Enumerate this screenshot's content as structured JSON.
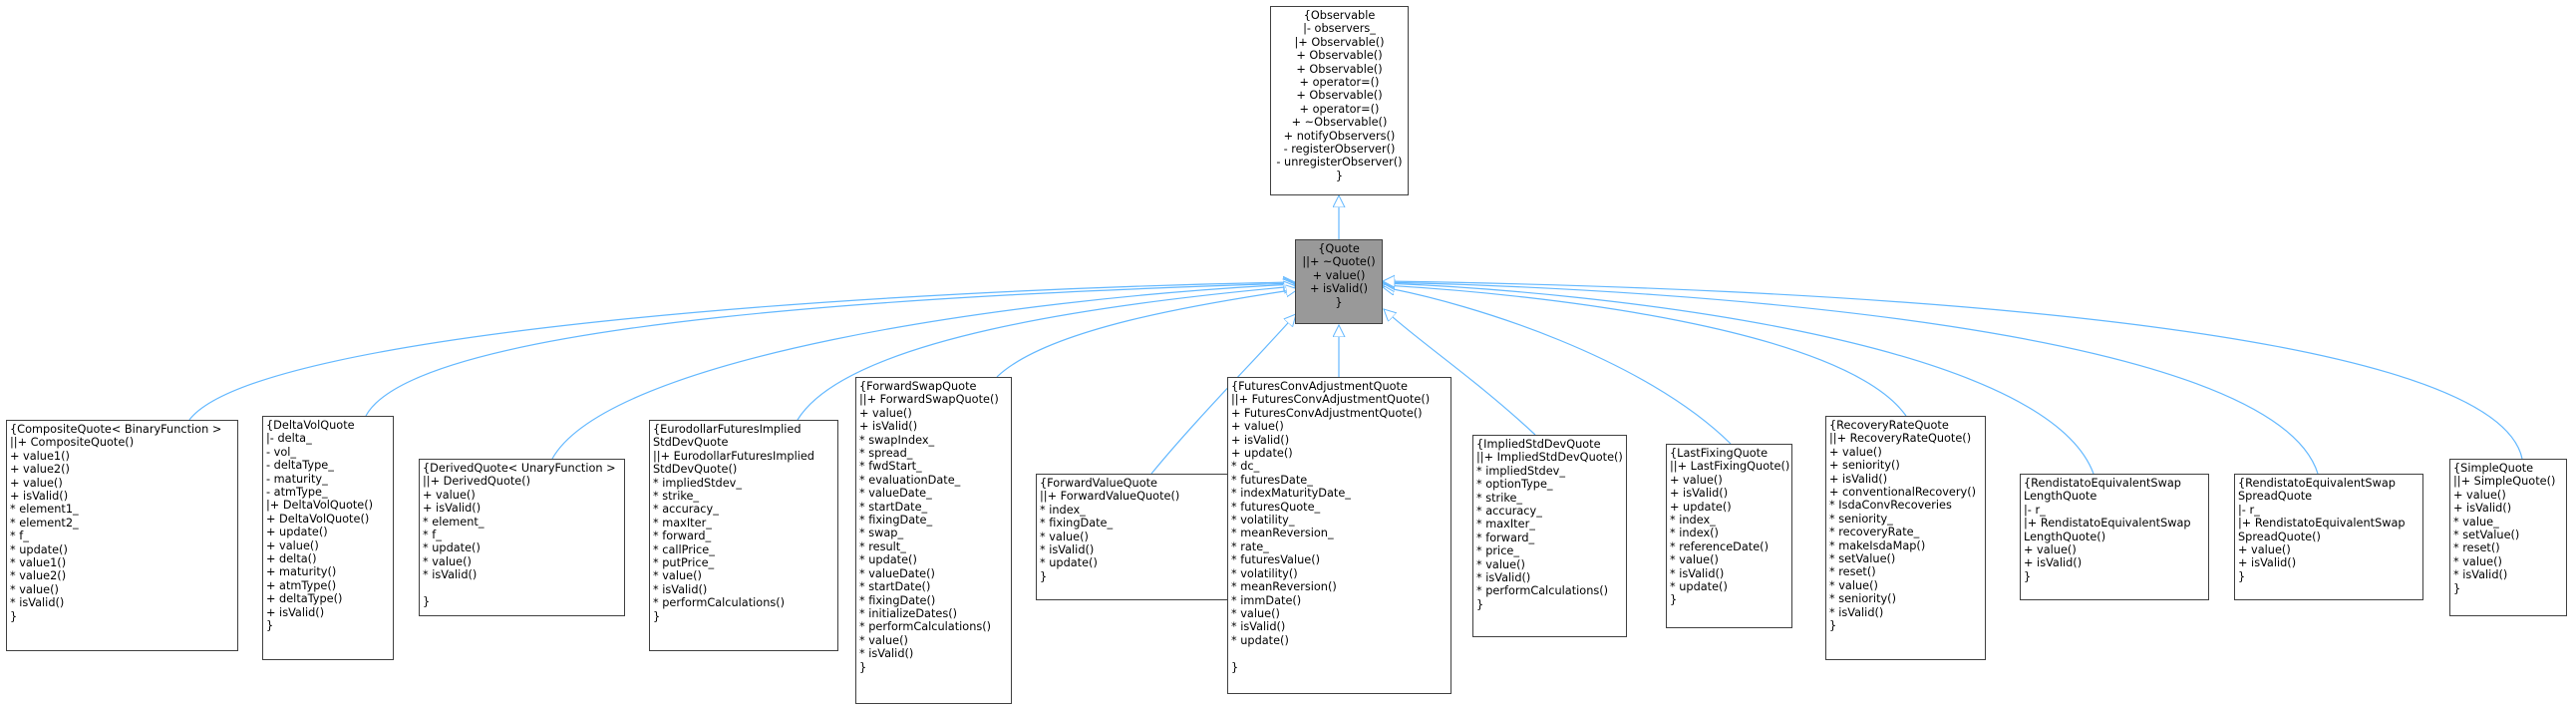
{
  "diagram": {
    "observable": "{Observable\n|- observers_\n|+ Observable()\n+ Observable()\n+ Observable()\n+ operator=()\n+ Observable()\n+ operator=()\n+ ~Observable()\n+ notifyObservers()\n- registerObserver()\n- unregisterObserver()\n}",
    "quote": "{Quote\n||+ ~Quote()\n+ value()\n+ isValid()\n}",
    "composite": "{CompositeQuote< BinaryFunction >\n||+ CompositeQuote()\n+ value1()\n+ value2()\n+ value()\n+ isValid()\n* element1_\n* element2_\n* f_\n* update()\n* value1()\n* value2()\n* value()\n* isValid()\n}",
    "deltavol": "{DeltaVolQuote\n|- delta_\n- vol_\n- deltaType_\n- maturity_\n- atmType_\n|+ DeltaVolQuote()\n+ DeltaVolQuote()\n+ update()\n+ value()\n+ delta()\n+ maturity()\n+ atmType()\n+ deltaType()\n+ isValid()\n}",
    "derived": "{DerivedQuote< UnaryFunction >\n||+ DerivedQuote()\n+ value()\n+ isValid()\n* element_\n* f_\n* update()\n* value()\n* isValid()\n\n}",
    "eurodollar": "{EurodollarFuturesImplied\nStdDevQuote\n||+ EurodollarFuturesImplied\nStdDevQuote()\n* impliedStdev_\n* strike_\n* accuracy_\n* maxIter_\n* forward_\n* callPrice_\n* putPrice_\n* value()\n* isValid()\n* performCalculations()\n}",
    "forwardswap": "{ForwardSwapQuote\n||+ ForwardSwapQuote()\n+ value()\n+ isValid()\n* swapIndex_\n* spread_\n* fwdStart_\n* evaluationDate_\n* valueDate_\n* startDate_\n* fixingDate_\n* swap_\n* result_\n* update()\n* valueDate()\n* startDate()\n* fixingDate()\n* initializeDates()\n* performCalculations()\n* value()\n* isValid()\n}",
    "forwardvalue": "{ForwardValueQuote\n||+ ForwardValueQuote()\n* index_\n* fixingDate_\n* value()\n* isValid()\n* update()\n}",
    "futuresconv": "{FuturesConvAdjustmentQuote\n||+ FuturesConvAdjustmentQuote()\n+ FuturesConvAdjustmentQuote()\n+ value()\n+ isValid()\n+ update()\n* dc_\n* futuresDate_\n* indexMaturityDate_\n* futuresQuote_\n* volatility_\n* meanReversion_\n* rate_\n* futuresValue()\n* volatility()\n* meanReversion()\n* immDate()\n* value()\n* isValid()\n* update()\n\n}",
    "impliedstddev": "{ImpliedStdDevQuote\n||+ ImpliedStdDevQuote()\n* impliedStdev_\n* optionType_\n* strike_\n* accuracy_\n* maxIter_\n* forward_\n* price_\n* value()\n* isValid()\n* performCalculations()\n}",
    "lastfixing": "{LastFixingQuote\n||+ LastFixingQuote()\n+ value()\n+ isValid()\n+ update()\n* index_\n* index()\n* referenceDate()\n* value()\n* isValid()\n* update()\n}",
    "recoveryrate": "{RecoveryRateQuote\n||+ RecoveryRateQuote()\n+ value()\n+ seniority()\n+ isValid()\n+ conventionalRecovery()\n* IsdaConvRecoveries\n* seniority_\n* recoveryRate_\n* makeIsdaMap()\n* setValue()\n* reset()\n* value()\n* seniority()\n* isValid()\n}",
    "rendistatolength": "{RendistatoEquivalentSwap\nLengthQuote\n|- r_\n|+ RendistatoEquivalentSwap\nLengthQuote()\n+ value()\n+ isValid()\n}",
    "rendistatospread": "{RendistatoEquivalentSwap\nSpreadQuote\n|- r_\n|+ RendistatoEquivalentSwap\nSpreadQuote()\n+ value()\n+ isValid()\n}",
    "simple": "{SimpleQuote\n||+ SimpleQuote()\n+ value()\n+ isValid()\n* value_\n* setValue()\n* reset()\n* value()\n* isValid()\n}"
  }
}
